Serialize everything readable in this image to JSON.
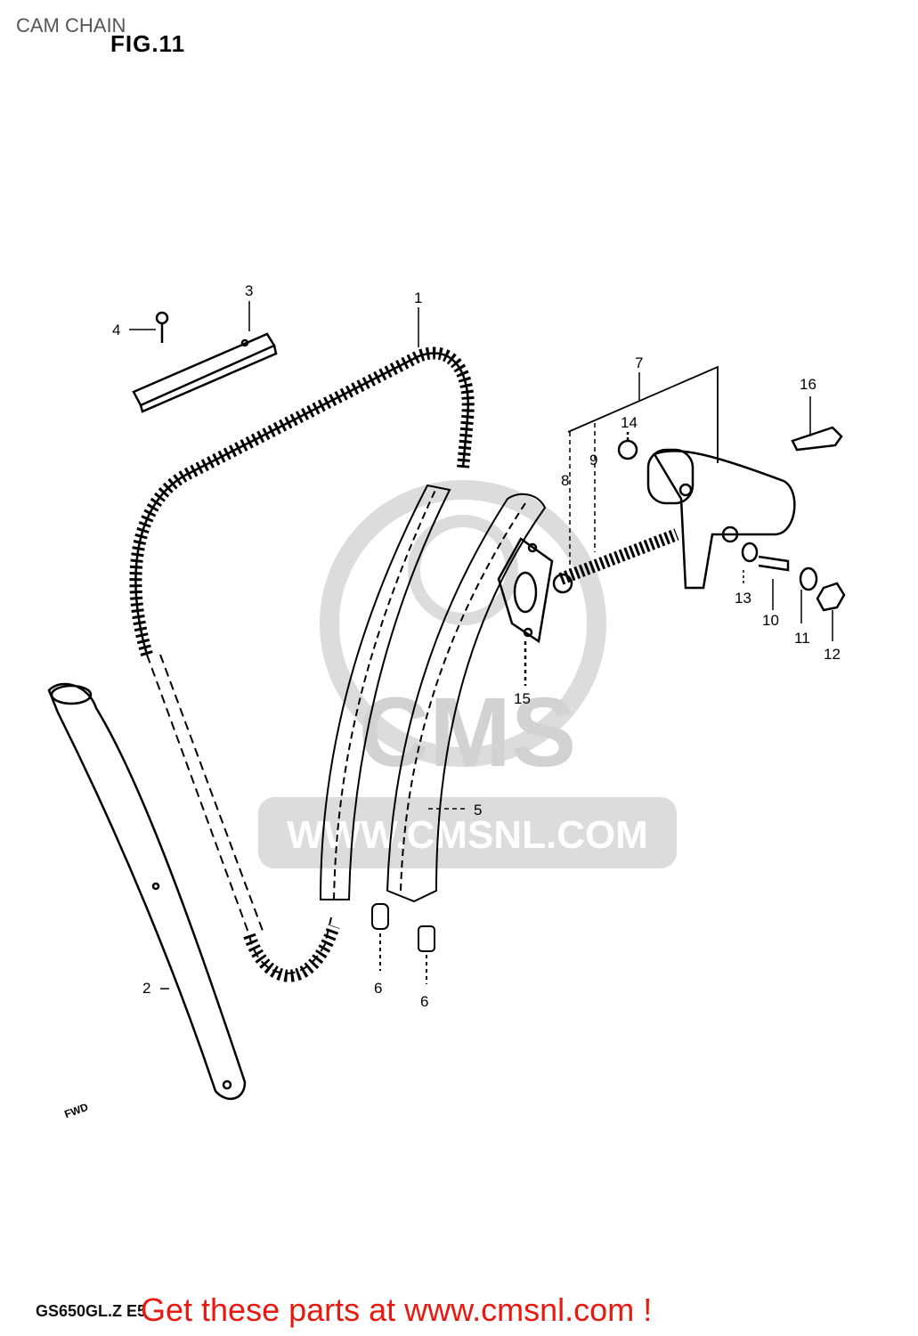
{
  "header": {
    "title": "CAM CHAIN",
    "figure_label": "FIG.11"
  },
  "watermark": {
    "brand": "CMS",
    "url": "WWW.CMSNL.COM",
    "color": "#d9d9d9"
  },
  "callouts": [
    {
      "id": "1",
      "label": "1"
    },
    {
      "id": "2",
      "label": "2"
    },
    {
      "id": "3",
      "label": "3"
    },
    {
      "id": "4",
      "label": "4"
    },
    {
      "id": "5",
      "label": "5"
    },
    {
      "id": "6",
      "label": "6"
    },
    {
      "id": "6b",
      "label": "6"
    },
    {
      "id": "7",
      "label": "7"
    },
    {
      "id": "8",
      "label": "8"
    },
    {
      "id": "9",
      "label": "9"
    },
    {
      "id": "10",
      "label": "10"
    },
    {
      "id": "11",
      "label": "11"
    },
    {
      "id": "12",
      "label": "12"
    },
    {
      "id": "13",
      "label": "13"
    },
    {
      "id": "14",
      "label": "14"
    },
    {
      "id": "15",
      "label": "15"
    },
    {
      "id": "16",
      "label": "16"
    }
  ],
  "footer": {
    "model_code": "GS650GL.Z E5",
    "cta": "Get these parts at www.cmsnl.com !",
    "cta_color": "#e8190e"
  },
  "forward_mark": "FWD"
}
